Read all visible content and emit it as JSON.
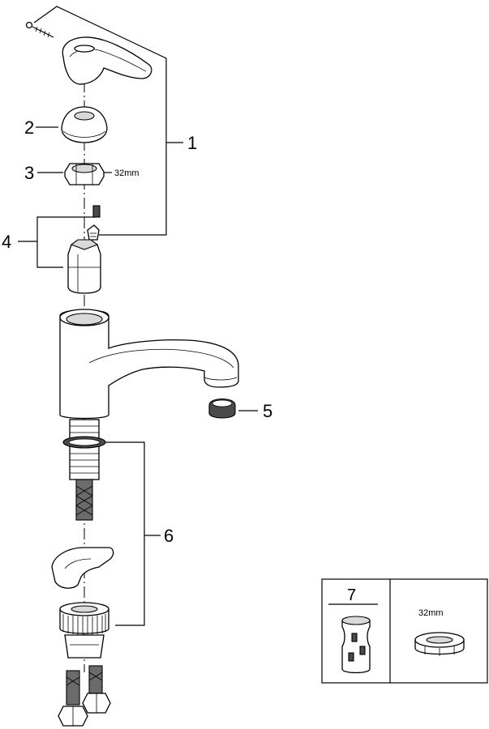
{
  "callouts": {
    "c1": "1",
    "c2": "2",
    "c3": "3",
    "c4": "4",
    "c5": "5",
    "c6": "6"
  },
  "dimensions": {
    "nut_size": "32mm"
  },
  "inset": {
    "left_number": "7",
    "right_dimension": "32mm"
  }
}
